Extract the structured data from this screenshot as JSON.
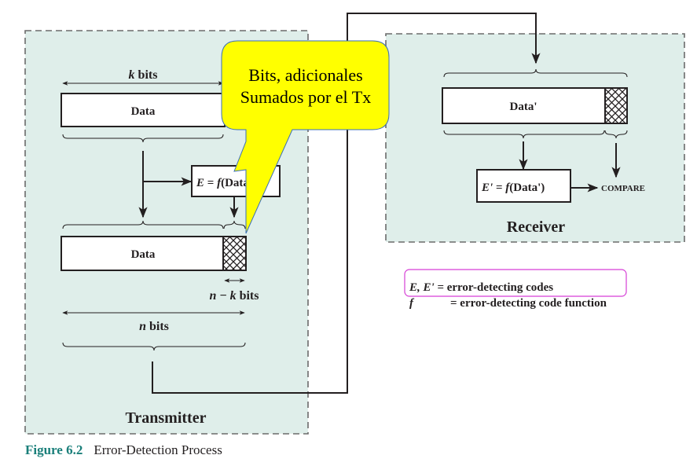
{
  "colors": {
    "panel_fill": "#dfeeea",
    "panel_border": "#6b6b6b",
    "line": "#231f20",
    "callout_fill": "#ffff00",
    "callout_border": "#3b6fb6",
    "legend_highlight": "#d63fd6",
    "caption_accent": "#1a7f7a"
  },
  "transmitter": {
    "label": "Transmitter",
    "k_bits_label_var": "k",
    "k_bits_label_unit": " bits",
    "data_label": "Data",
    "encoder_label_prefix": "E",
    "encoder_label_eq": " = ",
    "encoder_label_fn": "f",
    "encoder_label_arg": "(Data)",
    "codeword_data_label": "Data",
    "n_minus_k_var_n": "n",
    "n_minus_k_minus": " − ",
    "n_minus_k_var_k": "k",
    "n_minus_k_unit": " bits",
    "n_bits_var": "n",
    "n_bits_unit": " bits"
  },
  "receiver": {
    "label": "Receiver",
    "data_label": "Data'",
    "decoder_label_prefix": "E'",
    "decoder_label_eq": " = ",
    "decoder_label_fn": "f",
    "decoder_label_arg": "(Data')",
    "compare_label": "COMPARE"
  },
  "callout": {
    "line1": "Bits, adicionales",
    "line2": "Sumados por el Tx"
  },
  "legend": {
    "row1_symbols": "E, E'",
    "row1_eq": " = error-detecting codes",
    "row2_symbol": "f",
    "row2_eq": "= error-detecting code function"
  },
  "caption": {
    "number": "Figure 6.2",
    "title": "Error-Detection Process"
  }
}
